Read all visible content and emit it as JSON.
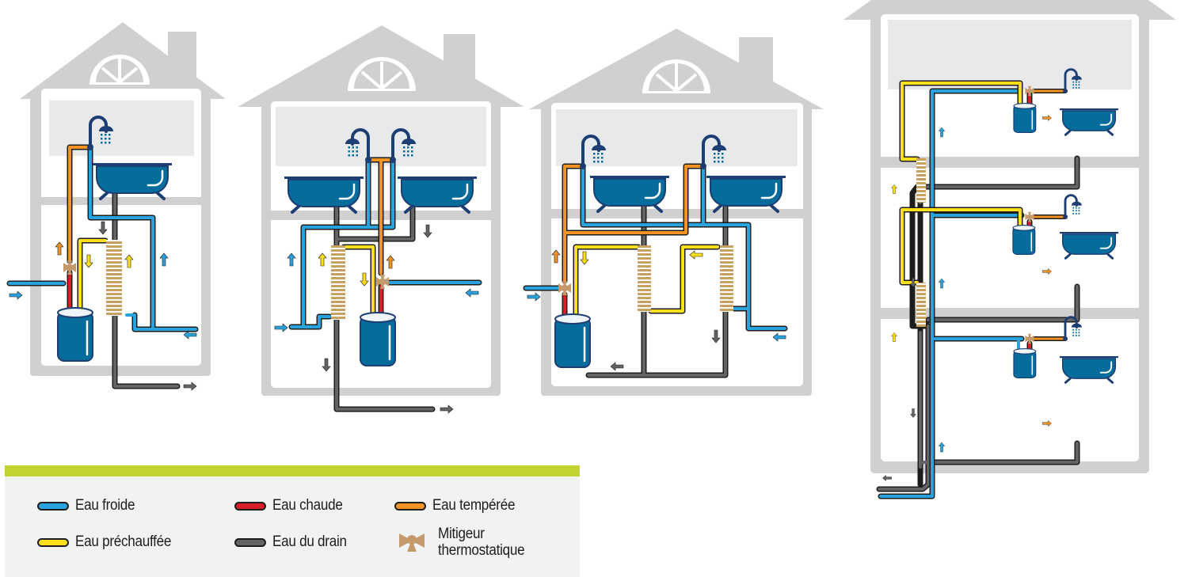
{
  "colors": {
    "house": "#d0d0d0",
    "room_panel": "#e8e9ea",
    "cold": "#29a3dd",
    "hot": "#d71f27",
    "tempered": "#f39325",
    "preheated": "#ffe01b",
    "drain": "#636466",
    "outline": "#1d1d1b",
    "fixture": "#056c9b",
    "fixture_dark": "#1d3e72",
    "heat_exchanger": "#c8a160",
    "mixer": "#c49a6c",
    "legend_accent": "#c2d230",
    "legend_bg": "#f1f2f2"
  },
  "diagrams": [
    {
      "name": "single-family-one-shower",
      "showers": 1,
      "tubs": 1,
      "heat_exchangers": 1,
      "water_heaters": 1
    },
    {
      "name": "single-family-two-showers-shared-exchanger",
      "showers": 2,
      "tubs": 2,
      "heat_exchangers": 1,
      "water_heaters": 1
    },
    {
      "name": "single-family-two-showers-two-exchangers",
      "showers": 2,
      "tubs": 2,
      "heat_exchangers": 2,
      "water_heaters": 1
    },
    {
      "name": "multi-storey-three-units",
      "showers": 3,
      "tubs": 3,
      "heat_exchangers": 2,
      "water_heaters": 3
    }
  ],
  "legend": {
    "items": [
      {
        "key": "cold",
        "label": "Eau froide",
        "icon": "pipe-swatch"
      },
      {
        "key": "hot",
        "label": "Eau chaude",
        "icon": "pipe-swatch"
      },
      {
        "key": "tempered",
        "label": "Eau tempérée",
        "icon": "pipe-swatch"
      },
      {
        "key": "preheated",
        "label": "Eau préchauffée",
        "icon": "pipe-swatch"
      },
      {
        "key": "drain",
        "label": "Eau du drain",
        "icon": "pipe-swatch"
      },
      {
        "key": "mixer",
        "label": "Mitigeur thermostatique",
        "icon": "thermostatic-mixer-icon"
      }
    ]
  }
}
